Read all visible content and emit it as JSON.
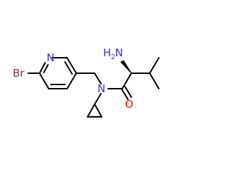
{
  "molecule": {
    "atoms": {
      "bromine": {
        "label": "Br"
      },
      "pyridine_nitrogen": {
        "label": "N"
      },
      "amide_nitrogen": {
        "label": "N"
      },
      "amide_oxygen": {
        "label": "O"
      },
      "amino": {
        "label": "H",
        "subscript": "2",
        "suffix": "N"
      }
    }
  },
  "colors": {
    "bond": "#000000",
    "nitrogen": "#3333cc",
    "oxygen": "#ff0000",
    "bromine": "#8b3a3a",
    "background": "#ffffff"
  }
}
